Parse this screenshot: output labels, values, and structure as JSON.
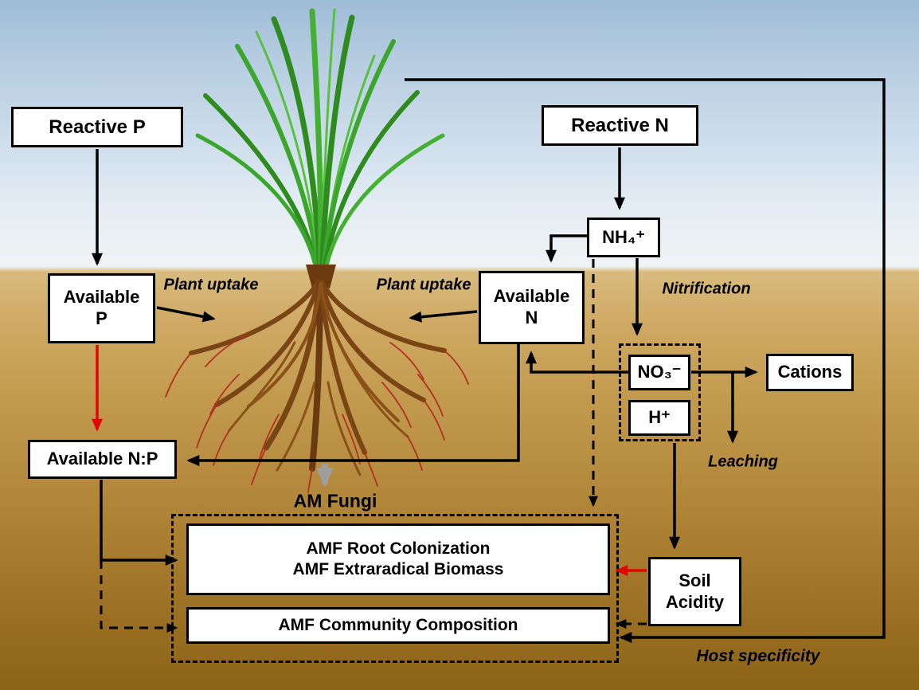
{
  "diagram": {
    "boxes": {
      "reactive_p": "Reactive P",
      "reactive_n": "Reactive N",
      "available_p": "Available P",
      "available_n": "Available N",
      "nh4": "NH₄⁺",
      "no3": "NO₃⁻",
      "h_plus": "H⁺",
      "cations": "Cations",
      "available_np": "Available N:P",
      "amf_root_line1": "AMF Root Colonization",
      "amf_root_line2": "AMF Extraradical Biomass",
      "amf_community": "AMF Community Composition",
      "soil_acidity": "Soil Acidity"
    },
    "labels": {
      "plant_uptake_left": "Plant uptake",
      "plant_uptake_right": "Plant uptake",
      "nitrification": "Nitrification",
      "leaching": "Leaching",
      "am_fungi": "AM Fungi",
      "host_specificity": "Host specificity"
    },
    "colors": {
      "arrow_black": "#000000",
      "arrow_red": "#e10600",
      "arrow_gray": "#9e9e9e",
      "box_background": "#ffffff",
      "sky_top": "#9fbcd6",
      "soil_bottom": "#8c6318"
    }
  }
}
